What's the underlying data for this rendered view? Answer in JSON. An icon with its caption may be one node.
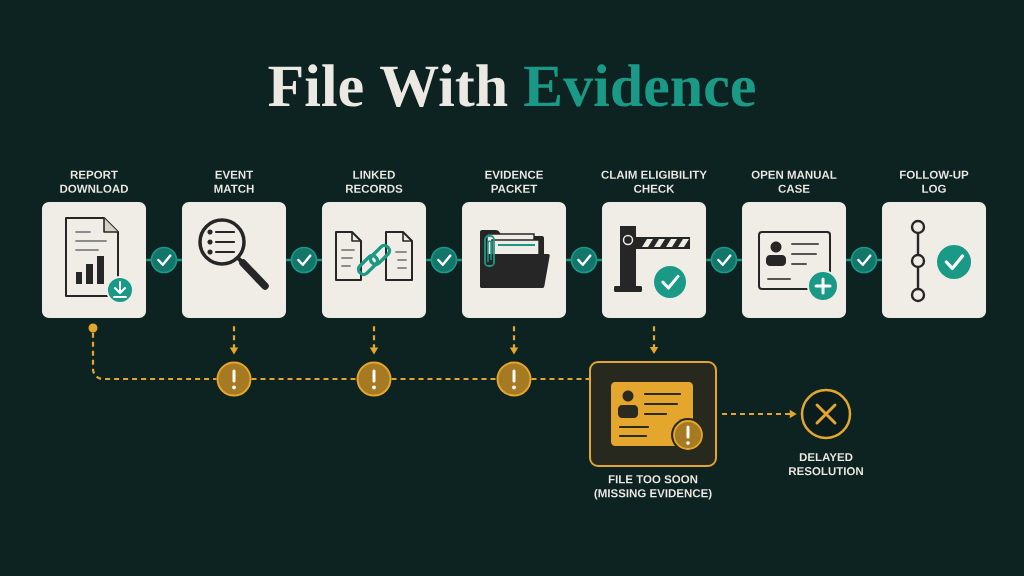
{
  "diagram": {
    "title": "File With Evidence",
    "nodes": [
      {
        "text": [
          "REPORT DOWNLOAD"
        ]
      },
      {
        "text": [
          "EVENT MATCH"
        ]
      },
      {
        "text": [
          "LINKED RECORDS"
        ]
      },
      {
        "text": [
          "EVIDENCE PACKET"
        ]
      },
      {
        "text": [
          "CLAIM ELIGIBILITY CHECK"
        ]
      },
      {
        "text": [
          "OPEN MANUAL CASE"
        ]
      },
      {
        "text": [
          "FOLLOW-UP LOG"
        ]
      },
      {
        "text": [],
        "shape": "circle"
      },
      {
        "text": [],
        "shape": "circle"
      },
      {
        "text": [],
        "shape": "circle"
      },
      {
        "text": [],
        "shape": "circle"
      },
      {
        "text": [
          "FILE TOO SOON (MISSING EVIDENCE)"
        ]
      },
      {
        "text": [
          "DELAYED RESOLUTION"
        ]
      }
    ],
    "edges": [
      {
        "from": 0,
        "to": 1,
        "arrow": "none",
        "color": "#1a9a86"
      },
      {
        "from": 1,
        "to": 2,
        "arrow": "none",
        "color": "#1a9a86"
      },
      {
        "from": 2,
        "to": 3,
        "arrow": "none",
        "color": "#1a9a86"
      },
      {
        "from": 3,
        "to": 4,
        "arrow": "none",
        "color": "#1a9a86"
      },
      {
        "from": 4,
        "to": 5,
        "arrow": "none",
        "color": "#1a9a86"
      },
      {
        "from": 5,
        "to": 6,
        "arrow": "none",
        "color": "#1a9a86"
      },
      {
        "from": 7,
        "to": 8,
        "arrow": "none",
        "style": "dashed"
      },
      {
        "from": 1,
        "to": 8,
        "arrow": "to",
        "style": "dashed"
      },
      {
        "from": 8,
        "to": 9,
        "arrow": "none",
        "style": "dashed"
      },
      {
        "from": 2,
        "to": 9,
        "arrow": "to",
        "style": "dashed"
      },
      {
        "from": 9,
        "to": 10,
        "arrow": "none",
        "style": "dashed"
      },
      {
        "from": 3,
        "to": 10,
        "arrow": "to",
        "style": "dashed"
      },
      {
        "from": 10,
        "to": 11,
        "arrow": "none",
        "style": "dashed"
      },
      {
        "from": 4,
        "to": 11,
        "arrow": "to",
        "style": "dashed"
      },
      {
        "from": 11,
        "to": 12,
        "arrow": "to",
        "style": "dashed"
      }
    ]
  }
}
